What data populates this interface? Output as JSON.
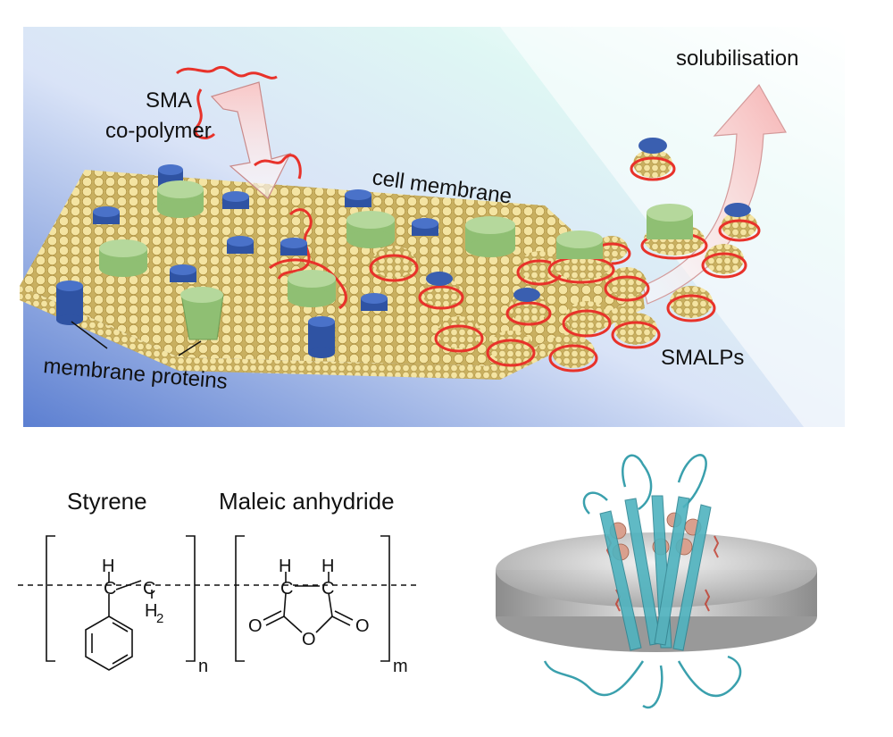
{
  "labels": {
    "sma_line1": "SMA",
    "sma_line2": "co-polymer",
    "cell_membrane": "cell membrane",
    "solubilisation": "solubilisation",
    "membrane_proteins": "membrane proteins",
    "smalps": "SMALPs"
  },
  "chemistry": {
    "styrene_title": "Styrene",
    "maleic_title": "Maleic anhydride",
    "h": "H",
    "h2": "H",
    "h2_sub": "2",
    "o": "O",
    "n_sub": "n",
    "m_sub": "m"
  },
  "colors": {
    "lipid": "#f3e3a0",
    "lipid_edge": "#b09440",
    "polymer": "#e8322a",
    "protein_blue": "#3a5fb0",
    "protein_green": "#a8d08d",
    "arrow_pink": "#f6b8b8",
    "protein_ribbon": "#4fb3bf",
    "disc_grey": "#bfbfbf"
  }
}
